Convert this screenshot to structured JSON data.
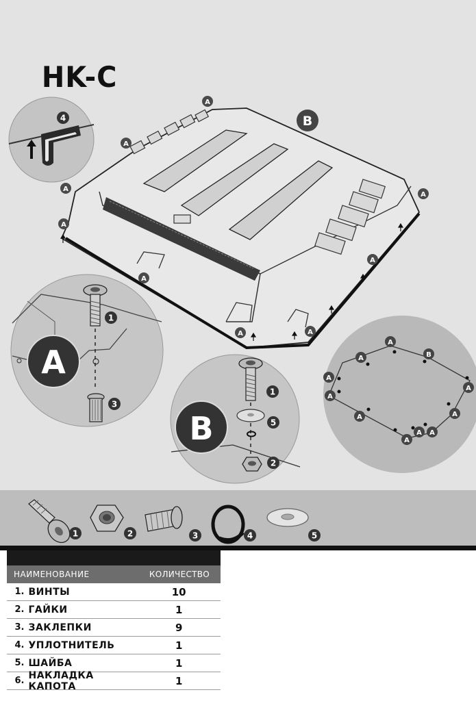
{
  "title": "HK-C",
  "callouts": {
    "a": "A",
    "b": "B",
    "n1": "1",
    "n2": "2",
    "n3": "3",
    "n4": "4",
    "n5": "5"
  },
  "table": {
    "header_name": "НАИМЕНОВАНИЕ",
    "header_qty": "КОЛИЧЕСТВО",
    "rows": [
      {
        "num": "1.",
        "name": "ВИНТЫ",
        "qty": "10"
      },
      {
        "num": "2.",
        "name": "ГАЙКИ",
        "qty": "1"
      },
      {
        "num": "3.",
        "name": "ЗАКЛЕПКИ",
        "qty": "9"
      },
      {
        "num": "4.",
        "name": "УПЛОТНИТЕЛЬ",
        "qty": "1"
      },
      {
        "num": "5.",
        "name": "ШАЙБА",
        "qty": "1"
      },
      {
        "num": "6.",
        "name": "НАКЛАДКА КАПОТА",
        "qty": "1"
      }
    ]
  }
}
